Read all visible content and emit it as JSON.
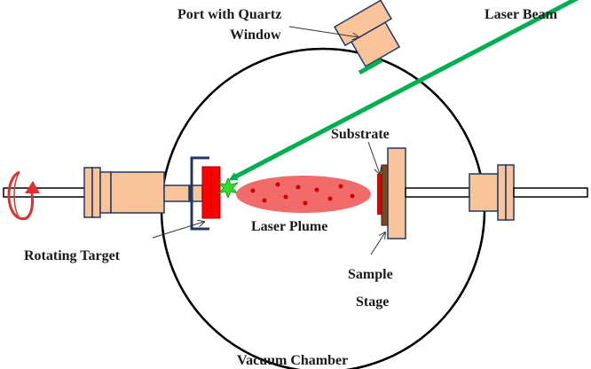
{
  "labels": {
    "port_line1": "Port with Quartz",
    "port_line2": "Window",
    "laser_beam": "Laser Beam",
    "substrate": "Substrate",
    "laser_plume": "Laser Plume",
    "rotating_target": "Rotating Target",
    "sample_line1": "Sample",
    "sample_line2": "Stage",
    "vacuum_chamber": "Vacuum Chamber"
  },
  "colors": {
    "flange": "#f9c49a",
    "outline": "#1f3864",
    "beam": "#00b050",
    "target": "#ff0000",
    "plume": "#f26b6b",
    "plume_dots": "#d10000",
    "substrate": "#e60000",
    "stage_plate": "#7a4a1e",
    "rotation_arrow": "#e03030"
  }
}
